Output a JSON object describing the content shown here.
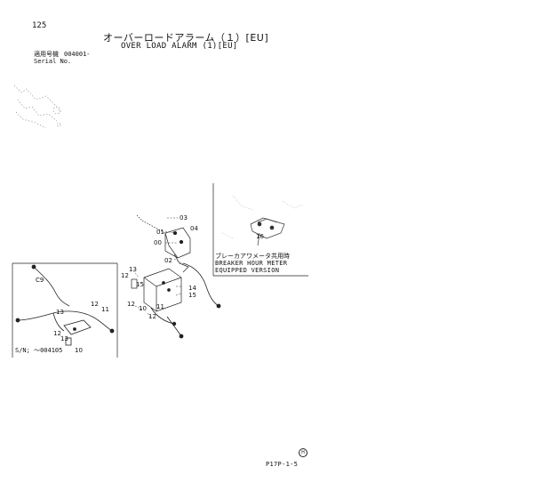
{
  "header": {
    "page_number": "125",
    "title_jp": "オーバーロードアラーム（１）[EU]",
    "title_en": "OVER LOAD ALARM (1)[EU]",
    "serial_label_jp": "適用号機",
    "serial_value": "004001-",
    "serial_label_en": "Serial No."
  },
  "insets": {
    "breaker_jp": "ブレーカアワメータ共用時",
    "breaker_en_line1": "BREAKER HOUR METER",
    "breaker_en_line2": "EQUIPPED VERSION",
    "serial_range": "S/N; ～004105"
  },
  "footer": {
    "page_code": "P17P-1-5",
    "logo_glyph": "H"
  },
  "callouts": {
    "c03": "03",
    "c01": "01",
    "c04": "04",
    "c00": "00",
    "c02": "02",
    "c13a": "13",
    "c12a": "12",
    "c15a": "15",
    "c14": "14",
    "c15b": "15",
    "c12b": "12",
    "c10a": "10",
    "c11a": "11",
    "c12c": "12",
    "c16": "16",
    "c09": "C9",
    "c13b": "13",
    "c12d": "12",
    "c11b": "11",
    "c12e": "12",
    "c13c": "13",
    "c10b": "10"
  },
  "icons": {
    "logo": "hitachi-logo-icon"
  }
}
